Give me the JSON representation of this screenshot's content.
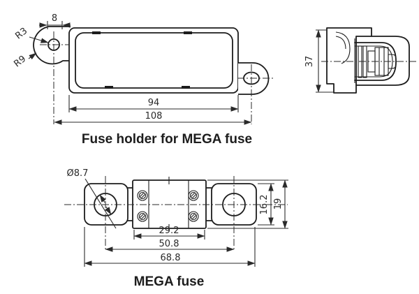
{
  "colors": {
    "background": "#ffffff",
    "line": "#1c1c1c",
    "dim_text": "#2a2a2a"
  },
  "fuse_holder": {
    "title": "Fuse holder for MEGA fuse",
    "front_view": {
      "dim_tab_width": "8",
      "radius_hole": "R3",
      "radius_tab": "R9",
      "dim_body_width": "94",
      "dim_overall_width": "108"
    },
    "side_view": {
      "dim_height": "37"
    }
  },
  "mega_fuse": {
    "title": "MEGA fuse",
    "dims": {
      "hole_diameter": "Ø8.7",
      "body_width": "29.2",
      "hole_centers": "50.8",
      "overall_length": "68.8",
      "terminal_height": "16.2",
      "body_height": "19"
    }
  }
}
